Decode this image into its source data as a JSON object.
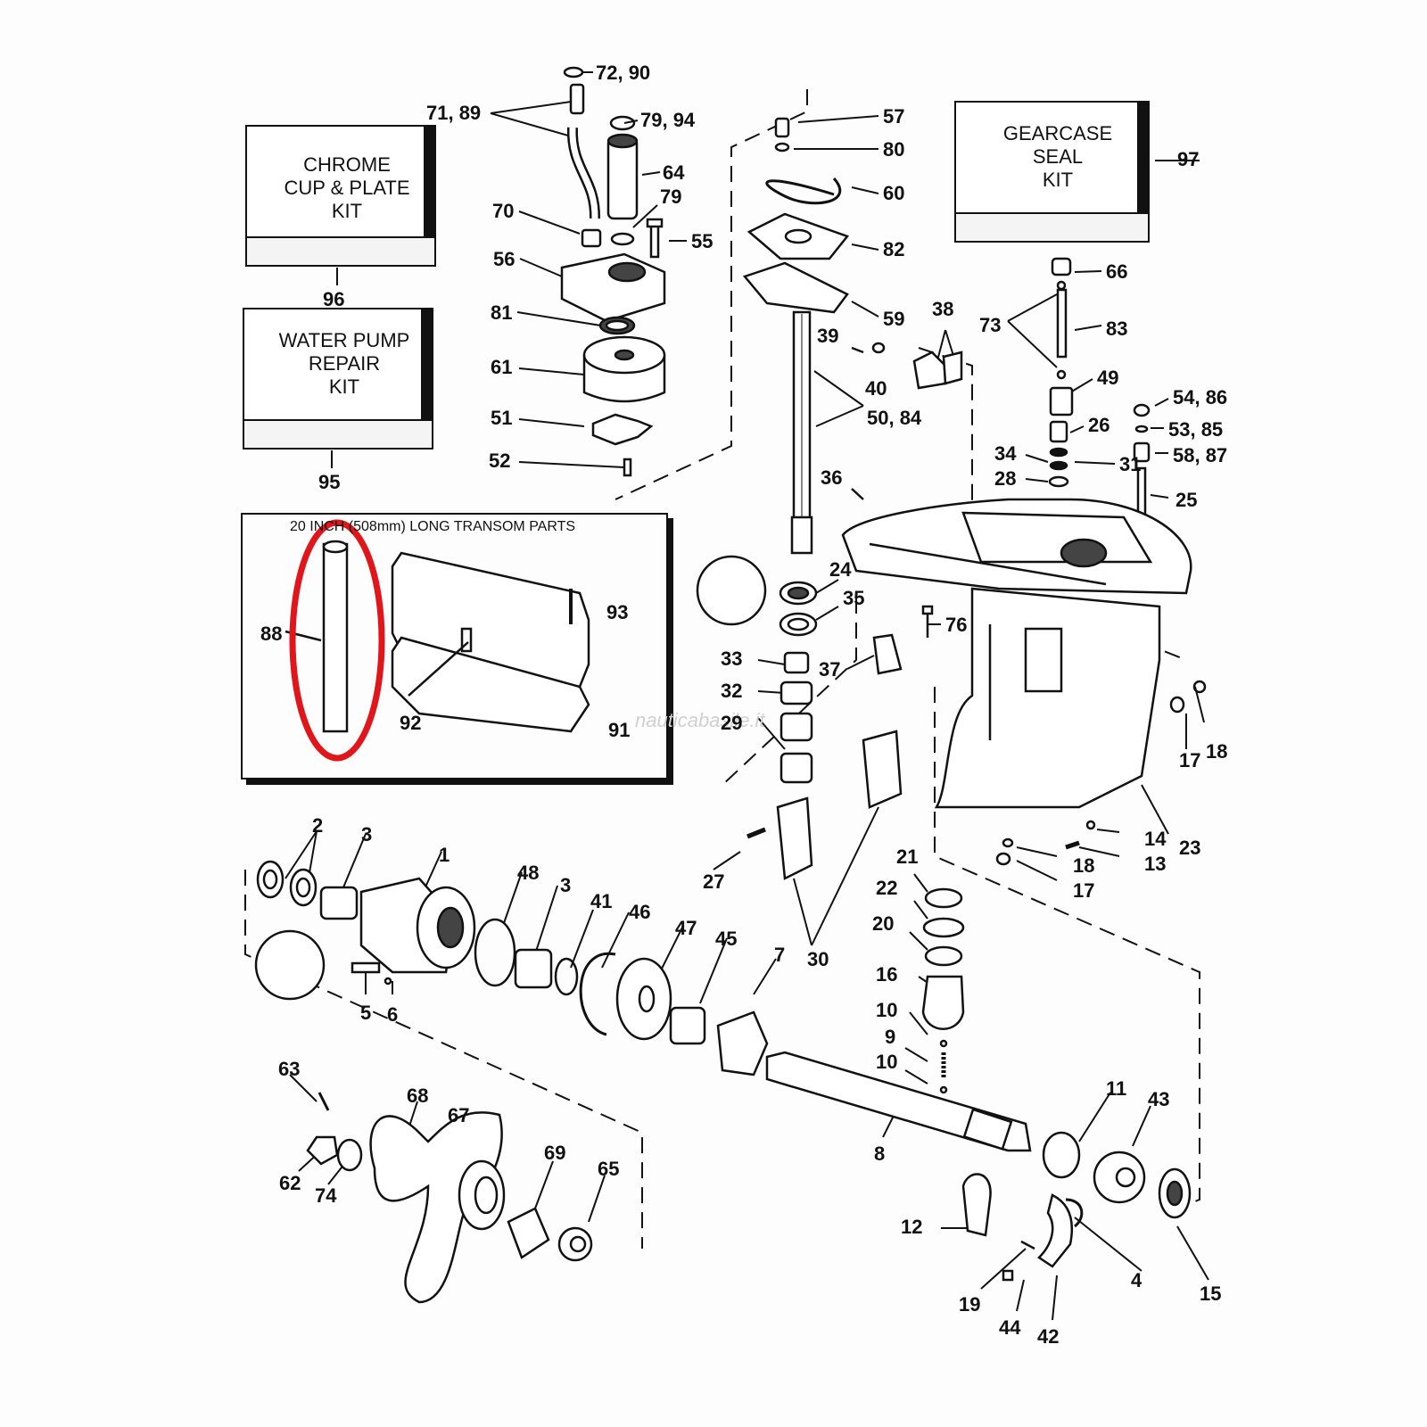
{
  "kits": {
    "chrome": {
      "line1": "CHROME",
      "line2": "CUP & PLATE",
      "line3": "KIT",
      "ref": "96"
    },
    "water_pump": {
      "line1": "WATER PUMP",
      "line2": "REPAIR",
      "line3": "KIT",
      "ref": "95"
    },
    "gearcase": {
      "line1": "GEARCASE",
      "line2": "SEAL",
      "line3": "KIT",
      "ref": "97"
    }
  },
  "transom_panel": {
    "title": "20 INCH (508mm) LONG TRANSOM PARTS",
    "labels": {
      "p88": "88",
      "p92": "92",
      "p93": "93",
      "p91": "91"
    }
  },
  "highlight_color": "#e0161b",
  "watermark": "nauticabasile.it",
  "labels": {
    "p72_90": "72, 90",
    "p71_89": "71, 89",
    "p79_94": "79, 94",
    "p64": "64",
    "p79": "79",
    "p70": "70",
    "p55": "55",
    "p56": "56",
    "p81": "81",
    "p61": "61",
    "p51": "51",
    "p52": "52",
    "p57": "57",
    "p80": "80",
    "p60": "60",
    "p82": "82",
    "p59": "59",
    "p39": "39",
    "p40": "40",
    "p38": "38",
    "p50_84": "50, 84",
    "p36": "36",
    "p66": "66",
    "p73": "73",
    "p83": "83",
    "p49": "49",
    "p26": "26",
    "p54_86": "54, 86",
    "p53_85": "53, 85",
    "p58_87": "58, 87",
    "p34": "34",
    "p31": "31",
    "p28": "28",
    "p25": "25",
    "p24": "24",
    "p35": "35",
    "p76": "76",
    "p33": "33",
    "p37": "37",
    "p32": "32",
    "p29": "29",
    "p17a": "17",
    "p18a": "18",
    "p14": "14",
    "p23": "23",
    "p13": "13",
    "p18b": "18",
    "p17b": "17",
    "p27": "27",
    "p21": "21",
    "p22": "22",
    "p20": "20",
    "p30": "30",
    "p16": "16",
    "p10a": "10",
    "p9": "9",
    "p10b": "10",
    "p2": "2",
    "p3a": "3",
    "p1": "1",
    "p48": "48",
    "p3b": "3",
    "p41": "41",
    "p46": "46",
    "p47": "47",
    "p45": "45",
    "p7": "7",
    "p5": "5",
    "p6": "6",
    "p8": "8",
    "p11": "11",
    "p43": "43",
    "p63": "63",
    "p68": "68",
    "p67": "67",
    "p69": "69",
    "p65": "65",
    "p62": "62",
    "p74": "74",
    "p12": "12",
    "p4": "4",
    "p15": "15",
    "p19": "19",
    "p44": "44",
    "p42": "42"
  }
}
